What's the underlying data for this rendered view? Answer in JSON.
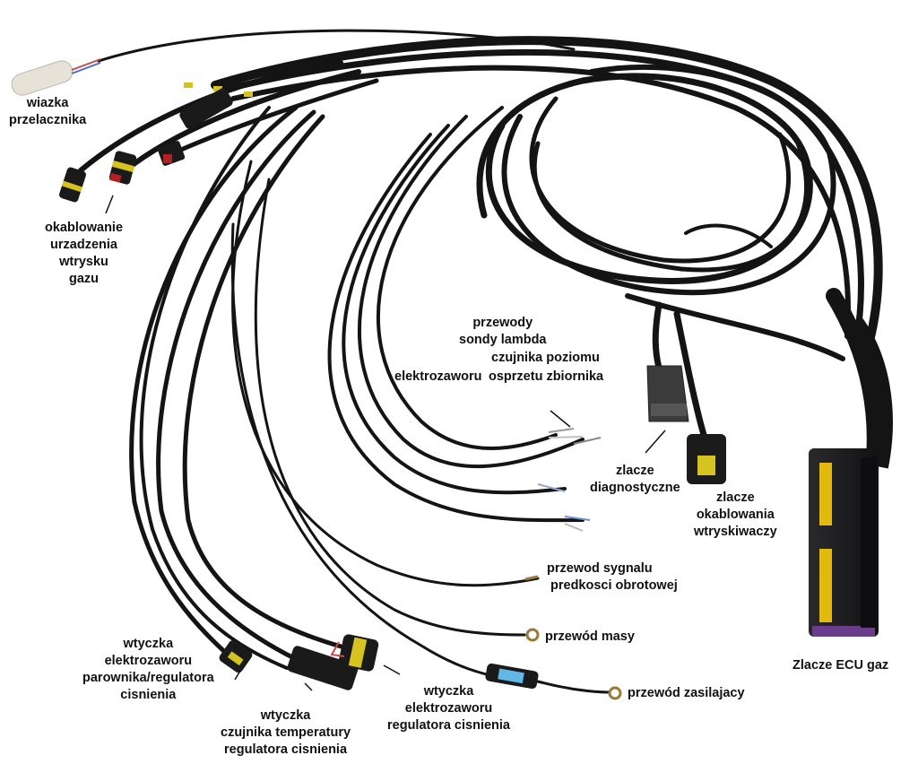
{
  "colors": {
    "cable": "#141414",
    "cable_highlight": "#3a3a3a",
    "ecu_body": "#1c1c1e",
    "ecu_pins": "#e2b90f",
    "ecu_base": "#6b3b8c",
    "connector_accent": "#d7c320",
    "fuse": "#63b7e6",
    "terminal": "#9a7a3a",
    "sleeve": "#e6e2d8",
    "label_text": "#111111"
  },
  "labels": {
    "switch_harness": [
      "wiazka",
      "przelacznika"
    ],
    "injection_wiring": [
      "okablowanie",
      "urzadzenia",
      "wtrysku",
      "gazu"
    ],
    "lambda_wires": [
      "przewody",
      "sondy lambda"
    ],
    "level_sensor": [
      "czujnika poziomu"
    ],
    "solenoid_valve": "elektrozaworu",
    "tank_fittings": "osprzetu zbiornika",
    "diag_connector": [
      "zlacze",
      "diagnostyczne"
    ],
    "injector_connector": [
      "zlacze",
      "okablowania",
      "wtryskiwaczy"
    ],
    "rpm_signal": [
      "przewod sygnalu",
      "predkosci obrotowej"
    ],
    "ground_wire": "przewód masy",
    "power_wire": "przewód zasilajacy",
    "ecu_connector": "Zlacze ECU gaz",
    "reducer_valve_plug": [
      "wtyczka",
      "elektrozaworu",
      "parownika/regulatora",
      "cisnienia"
    ],
    "temp_sensor_plug": [
      "wtyczka",
      "czujnika temperatury",
      "regulatora cisnienia"
    ],
    "regulator_valve_plug": [
      "wtyczka",
      "elektrozaworu",
      "regulatora cisnienia"
    ]
  }
}
